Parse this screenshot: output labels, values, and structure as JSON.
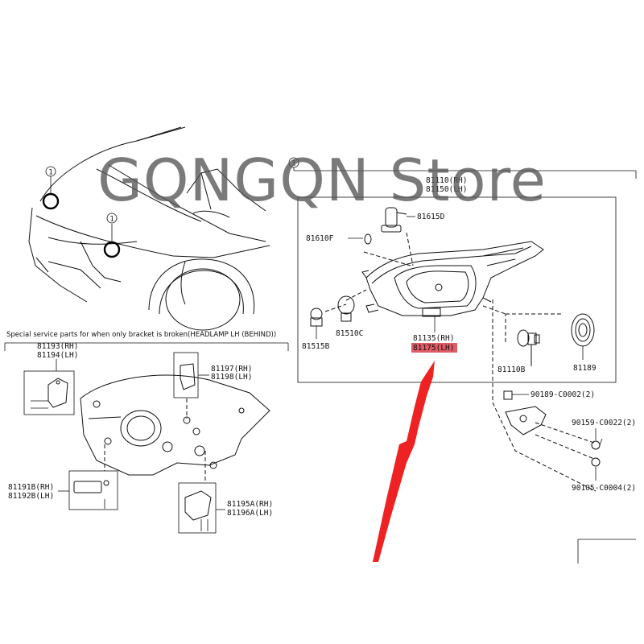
{
  "watermark": "GQNGQN Store",
  "callout_marker": "1",
  "section_note": "Special service parts for when only bracket is broken(HEADLAMP LH (BEHIND))",
  "labels": {
    "p81110": "81110(RH)",
    "p81150": "81150(LH)",
    "p81615d": "81615D",
    "p81610f": "81610F",
    "p81510c": "81510C",
    "p81515b": "81515B",
    "p81135": "81135(RH)",
    "p81175": "81175(LH)",
    "p81110b": "81110B",
    "p81189": "81189",
    "p90189": "90189-C0002(2)",
    "p90159": "90159-C0022(2)",
    "p90105": "90105-C0004(2)",
    "p81193": "81193(RH)",
    "p81194": "81194(LH)",
    "p81197": "81197(RH)",
    "p81198": "81198(LH)",
    "p81191b": "81191B(RH)",
    "p81192b": "81192B(LH)",
    "p81195a": "81195A(RH)",
    "p81196a": "81196A(LH)"
  },
  "colors": {
    "highlight": "#e15b66",
    "arrow": "#ee2222",
    "line": "#111111"
  }
}
